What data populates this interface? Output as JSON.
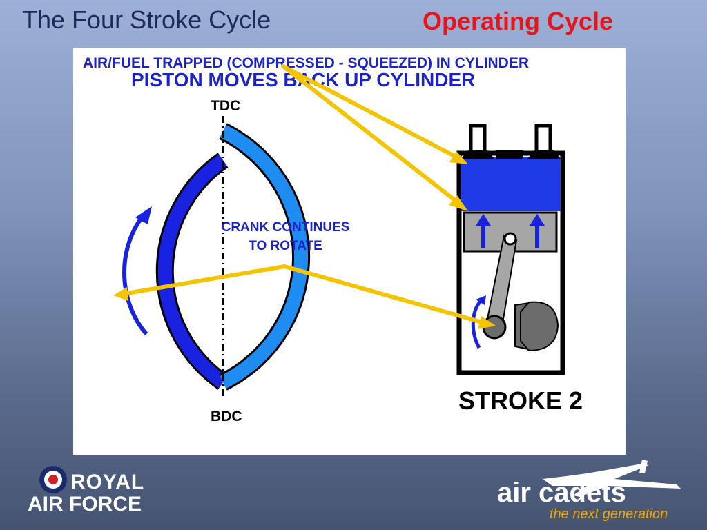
{
  "header": {
    "title": "The Four Stroke Cycle",
    "subtitle": "Operating Cycle"
  },
  "diagram": {
    "line1": "AIR/FUEL TRAPPED (COMPRESSED - SQUEEZED) IN CYLINDER",
    "line2": "PISTON MOVES BACK UP CYLINDER",
    "tdc_label": "TDC",
    "bdc_label": "BDC",
    "crank_label": "CRANK CONTINUES TO ROTATE",
    "stroke_label": "STROKE 2"
  },
  "logos": {
    "raf_line1": "ROYAL",
    "raf_line2": "AIR FORCE",
    "cadets_text": "air cadets",
    "tagline": "the next generation"
  },
  "colors": {
    "title": "#1f2a5c",
    "subtitle": "#e8141a",
    "annotation_blue": "#1a22c8",
    "dark_blue_arc": "#1822e0",
    "light_blue_arc": "#1e8cf0",
    "arrow_yellow": "#f5c400",
    "cylinder_fill": "#1e3ae6",
    "piston_gray": "#a6a6a6"
  }
}
